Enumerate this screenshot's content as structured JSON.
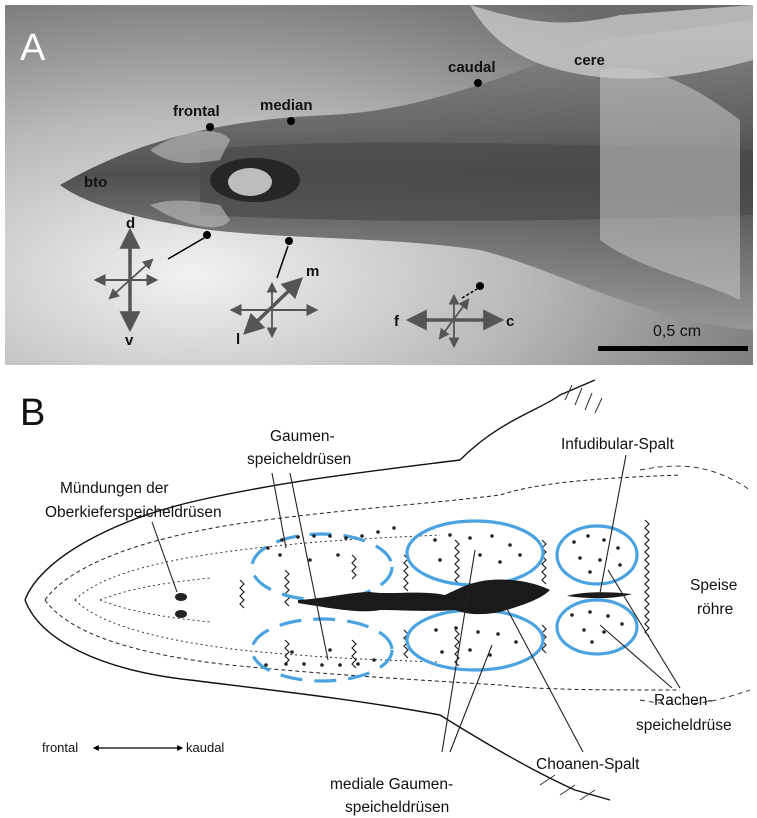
{
  "panel_a": {
    "letter": "A",
    "labels": {
      "frontal": "frontal",
      "median": "median",
      "caudal": "caudal",
      "cere": "cere",
      "bto": "bto"
    },
    "orientation": {
      "d": "d",
      "v": "v",
      "m": "m",
      "l": "l",
      "f": "f",
      "c": "c"
    },
    "scale_bar": "0,5 cm"
  },
  "panel_b": {
    "letter": "B",
    "labels": {
      "gaumen_line1": "Gaumen-",
      "gaumen_line2": "speicheldrüsen",
      "muendungen_line1": "Mündungen der",
      "muendungen_line2": "Oberkieferspeicheldrüsen",
      "infudibular": "Infudibular-Spalt",
      "speise_line1": "Speise",
      "speise_line2": "röhre",
      "rachen_line1": "Rachen-",
      "rachen_line2": "speicheldrüse",
      "choanen": "Choanen-Spalt",
      "mediale_line1": "mediale Gaumen-",
      "mediale_line2": "speicheldrüsen",
      "frontal": "frontal",
      "kaudal": "kaudal"
    }
  },
  "colors": {
    "ellipse_blue": "#4aa3e0",
    "xray_dark": "#3a3a3a",
    "xray_light": "#d8d8d8"
  }
}
